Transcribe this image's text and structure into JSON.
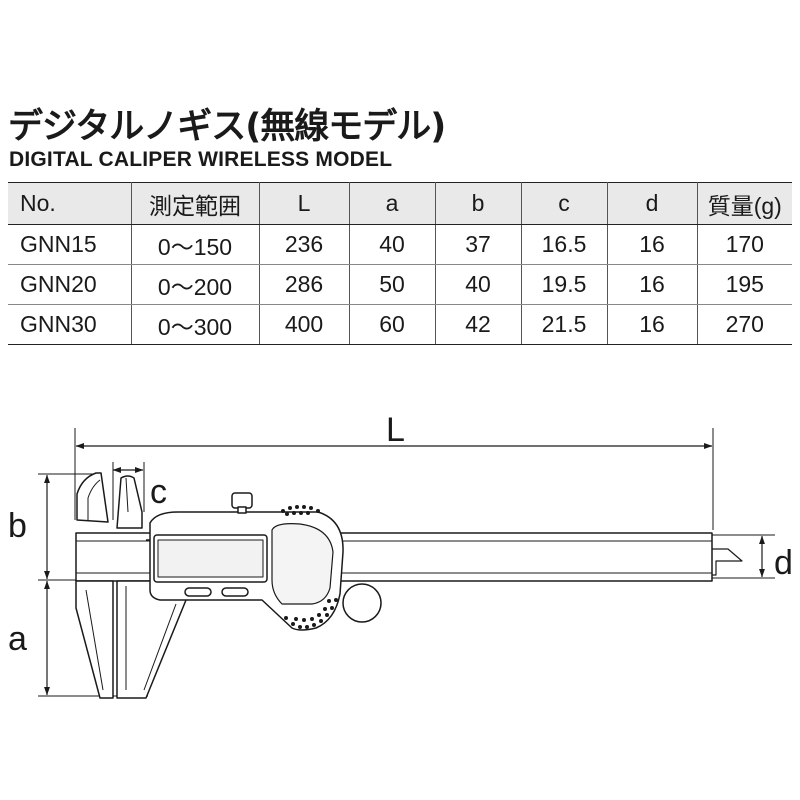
{
  "title": {
    "japanese": "デジタルノギス(無線モデル)",
    "english": "DIGITAL CALIPER WIRELESS MODEL"
  },
  "table": {
    "headers": [
      "No.",
      "測定範囲",
      "L",
      "a",
      "b",
      "c",
      "d",
      "質量(g)"
    ],
    "rows": [
      [
        "GNN15",
        "0〜150",
        "236",
        "40",
        "37",
        "16.5",
        "16",
        "170"
      ],
      [
        "GNN20",
        "0〜200",
        "286",
        "50",
        "40",
        "19.5",
        "16",
        "195"
      ],
      [
        "GNN30",
        "0〜300",
        "400",
        "60",
        "42",
        "21.5",
        "16",
        "270"
      ]
    ]
  },
  "drawing": {
    "dimension_labels": {
      "L": "L",
      "a": "a",
      "b": "b",
      "c": "c",
      "d": "d"
    }
  }
}
